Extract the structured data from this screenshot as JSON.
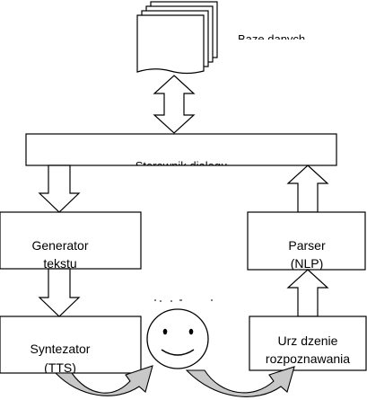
{
  "diagram": {
    "database": {
      "label": "Baze danych"
    },
    "dialog_manager": {
      "label": "Sterownik dialogu"
    },
    "text_generator": {
      "line1": "Generator",
      "line2": "tekstu"
    },
    "parser": {
      "line1": "Parser",
      "line2": "(NLP)"
    },
    "synthesizer": {
      "line1": "Syntezator",
      "line2": "(TTS)"
    },
    "recognizer": {
      "line1": "Urz  dzenie",
      "line2": "rozpoznawania"
    },
    "user": {
      "icon": "smiley-face-icon"
    }
  },
  "colors": {
    "stroke": "#000000",
    "fill": "#ffffff",
    "speech_arrow": "#c8c8c8"
  }
}
